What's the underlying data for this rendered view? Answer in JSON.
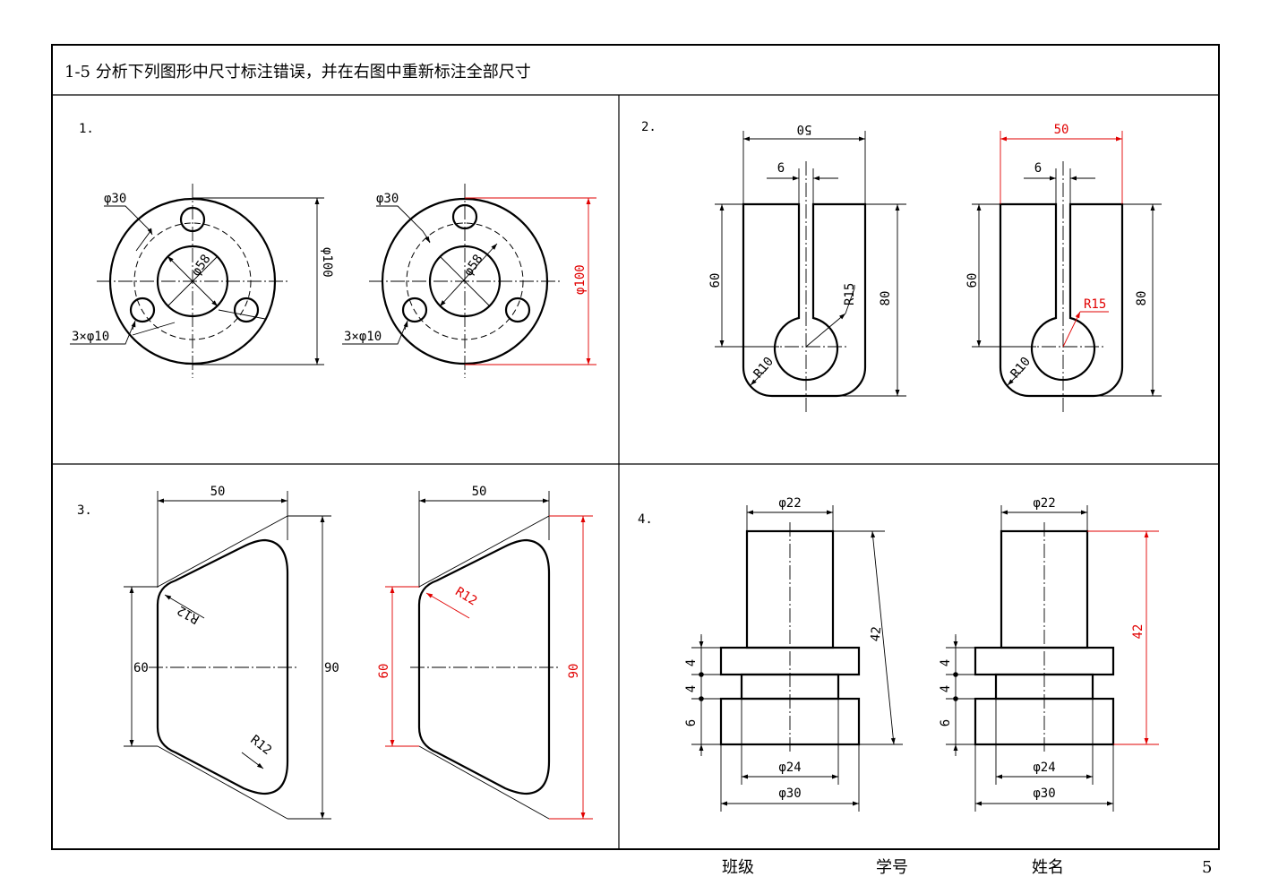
{
  "header": {
    "title": "1-5 分析下列图形中尺寸标注错误，并在右图中重新标注全部尺寸"
  },
  "footer": {
    "class_label": "班级",
    "id_label": "学号",
    "name_label": "姓名",
    "page_number": "5"
  },
  "colors": {
    "correction": "#e10000",
    "ink": "#000000"
  },
  "problems": [
    {
      "number": "1.",
      "left": {
        "dia30": "φ30",
        "dia58": "φ58",
        "dia100": "φ100",
        "holes": "3×φ10"
      },
      "right": {
        "dia30": "φ30",
        "dia58": "φ58",
        "dia100": "φ100",
        "holes": "3×φ10"
      }
    },
    {
      "number": "2.",
      "left": {
        "width": "50",
        "slot": "6",
        "h60": "60",
        "h80": "80",
        "r15": "R15",
        "r10": "R10"
      },
      "right": {
        "width": "50",
        "slot": "6",
        "h60": "60",
        "h80": "80",
        "r15": "R15",
        "r10": "R10"
      }
    },
    {
      "number": "3.",
      "left": {
        "width": "50",
        "h60": "60",
        "h90": "90",
        "r12a": "R12",
        "r12b": "R12"
      },
      "right": {
        "width": "50",
        "h60": "60",
        "h90": "90",
        "r12a": "R12"
      }
    },
    {
      "number": "4.",
      "left": {
        "d22": "φ22",
        "h42": "42",
        "h4a": "4",
        "h4b": "4",
        "h6": "6",
        "d24": "φ24",
        "d30": "φ30"
      },
      "right": {
        "d22": "φ22",
        "h42": "42",
        "h4a": "4",
        "h4b": "4",
        "h6": "6",
        "d24": "φ24",
        "d30": "φ30"
      }
    }
  ]
}
